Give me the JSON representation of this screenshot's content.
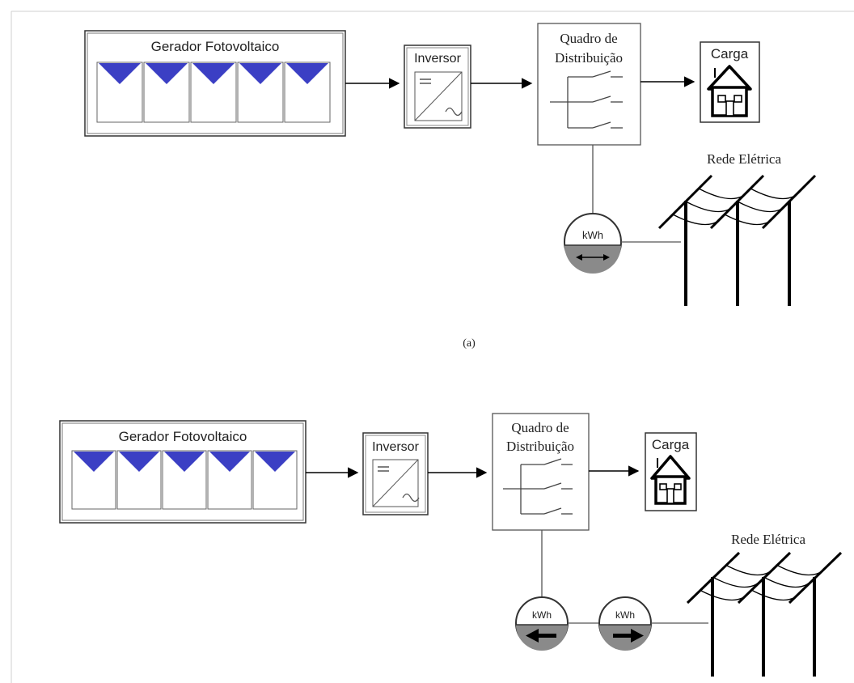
{
  "diagrams": [
    {
      "id": "a",
      "generator_title": "Gerador Fotovoltaico",
      "inverter_label": "Inversor",
      "distribution_label_line1": "Quadro de",
      "distribution_label_line2": "Distribuição",
      "load_label": "Carga",
      "grid_label": "Rede Elétrica",
      "meters": [
        {
          "label": "kWh",
          "arrow": "bidirectional"
        }
      ],
      "caption": "(a)"
    },
    {
      "id": "b",
      "generator_title": "Gerador Fotovoltaico",
      "inverter_label": "Inversor",
      "distribution_label_line1": "Quadro de",
      "distribution_label_line2": "Distribuição",
      "load_label": "Carga",
      "grid_label": "Rede Elétrica",
      "meters": [
        {
          "label": "kWh",
          "arrow": "left"
        },
        {
          "label": "kWh",
          "arrow": "right"
        }
      ]
    }
  ],
  "colors": {
    "panel_triangle": "#3b3fc4",
    "line": "#000000",
    "box_border": "#555555",
    "meter_gray": "#8a8a8a"
  }
}
